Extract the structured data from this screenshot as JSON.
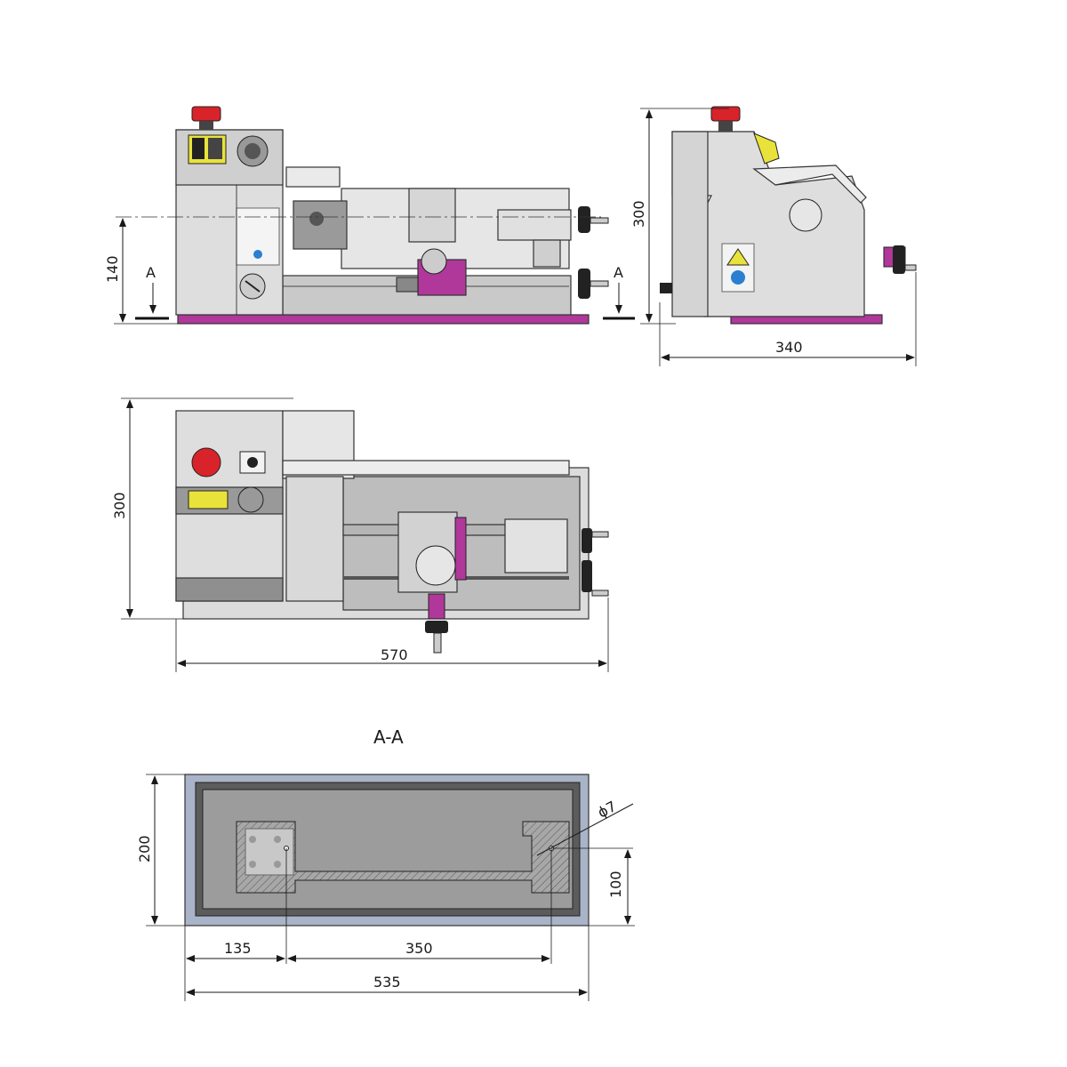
{
  "section_view": {
    "title": "A-A"
  },
  "section_marks": {
    "left": "A",
    "right": "A"
  },
  "dimensions": {
    "front_center_height": "140",
    "side_height": "300",
    "side_depth": "340",
    "top_depth": "300",
    "top_length": "570",
    "base_width": "200",
    "hole_offset_left": "135",
    "hole_spacing": "350",
    "base_length": "535",
    "hole_height": "100",
    "hole_diameter": "ϕ7"
  },
  "colors": {
    "machine_gray": "#d9d9d9",
    "dark_gray": "#8f8f8f",
    "magenta": "#b0389a",
    "emergency_red": "#d8232a",
    "warning_yellow": "#e9e23b",
    "info_blue": "#2a7fd0",
    "base_blue": "#a9b4c8",
    "section_fill": "#9c9c9c"
  }
}
